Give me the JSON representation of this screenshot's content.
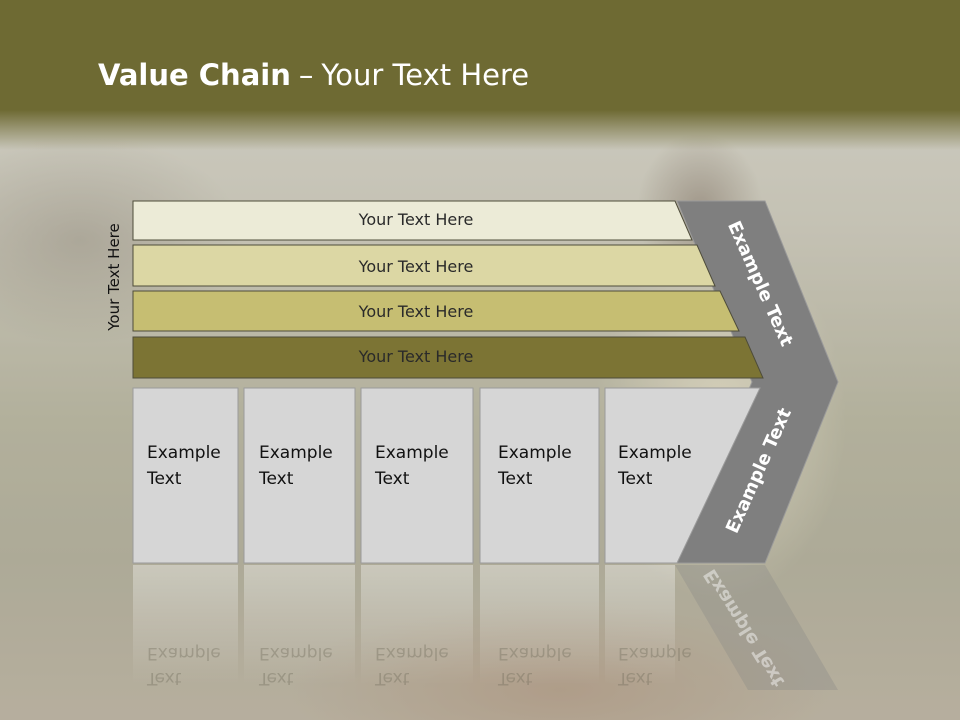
{
  "slide": {
    "title_bold": "Value Chain",
    "title_separator": "–",
    "title_rest": "Your Text Here",
    "side_label": "Your Text Here"
  },
  "bars": [
    {
      "label": "Your Text Here",
      "color": "#ecebd7"
    },
    {
      "label": "Your Text Here",
      "color": "#dcd7a4"
    },
    {
      "label": "Your Text Here",
      "color": "#c6be72"
    },
    {
      "label": "Your Text Here",
      "color": "#7c7434"
    }
  ],
  "cells": [
    {
      "line1": "Example",
      "line2": "Text"
    },
    {
      "line1": "Example",
      "line2": "Text"
    },
    {
      "line1": "Example",
      "line2": "Text"
    },
    {
      "line1": "Example",
      "line2": "Text"
    },
    {
      "line1": "Example",
      "line2": "Text"
    }
  ],
  "chevron": {
    "upper_label": "Example Text",
    "lower_label": "Example Text",
    "color": "#7f7f7f"
  },
  "colors": {
    "header": "#6e6a33",
    "cell_fill": "#d6d6d6"
  }
}
